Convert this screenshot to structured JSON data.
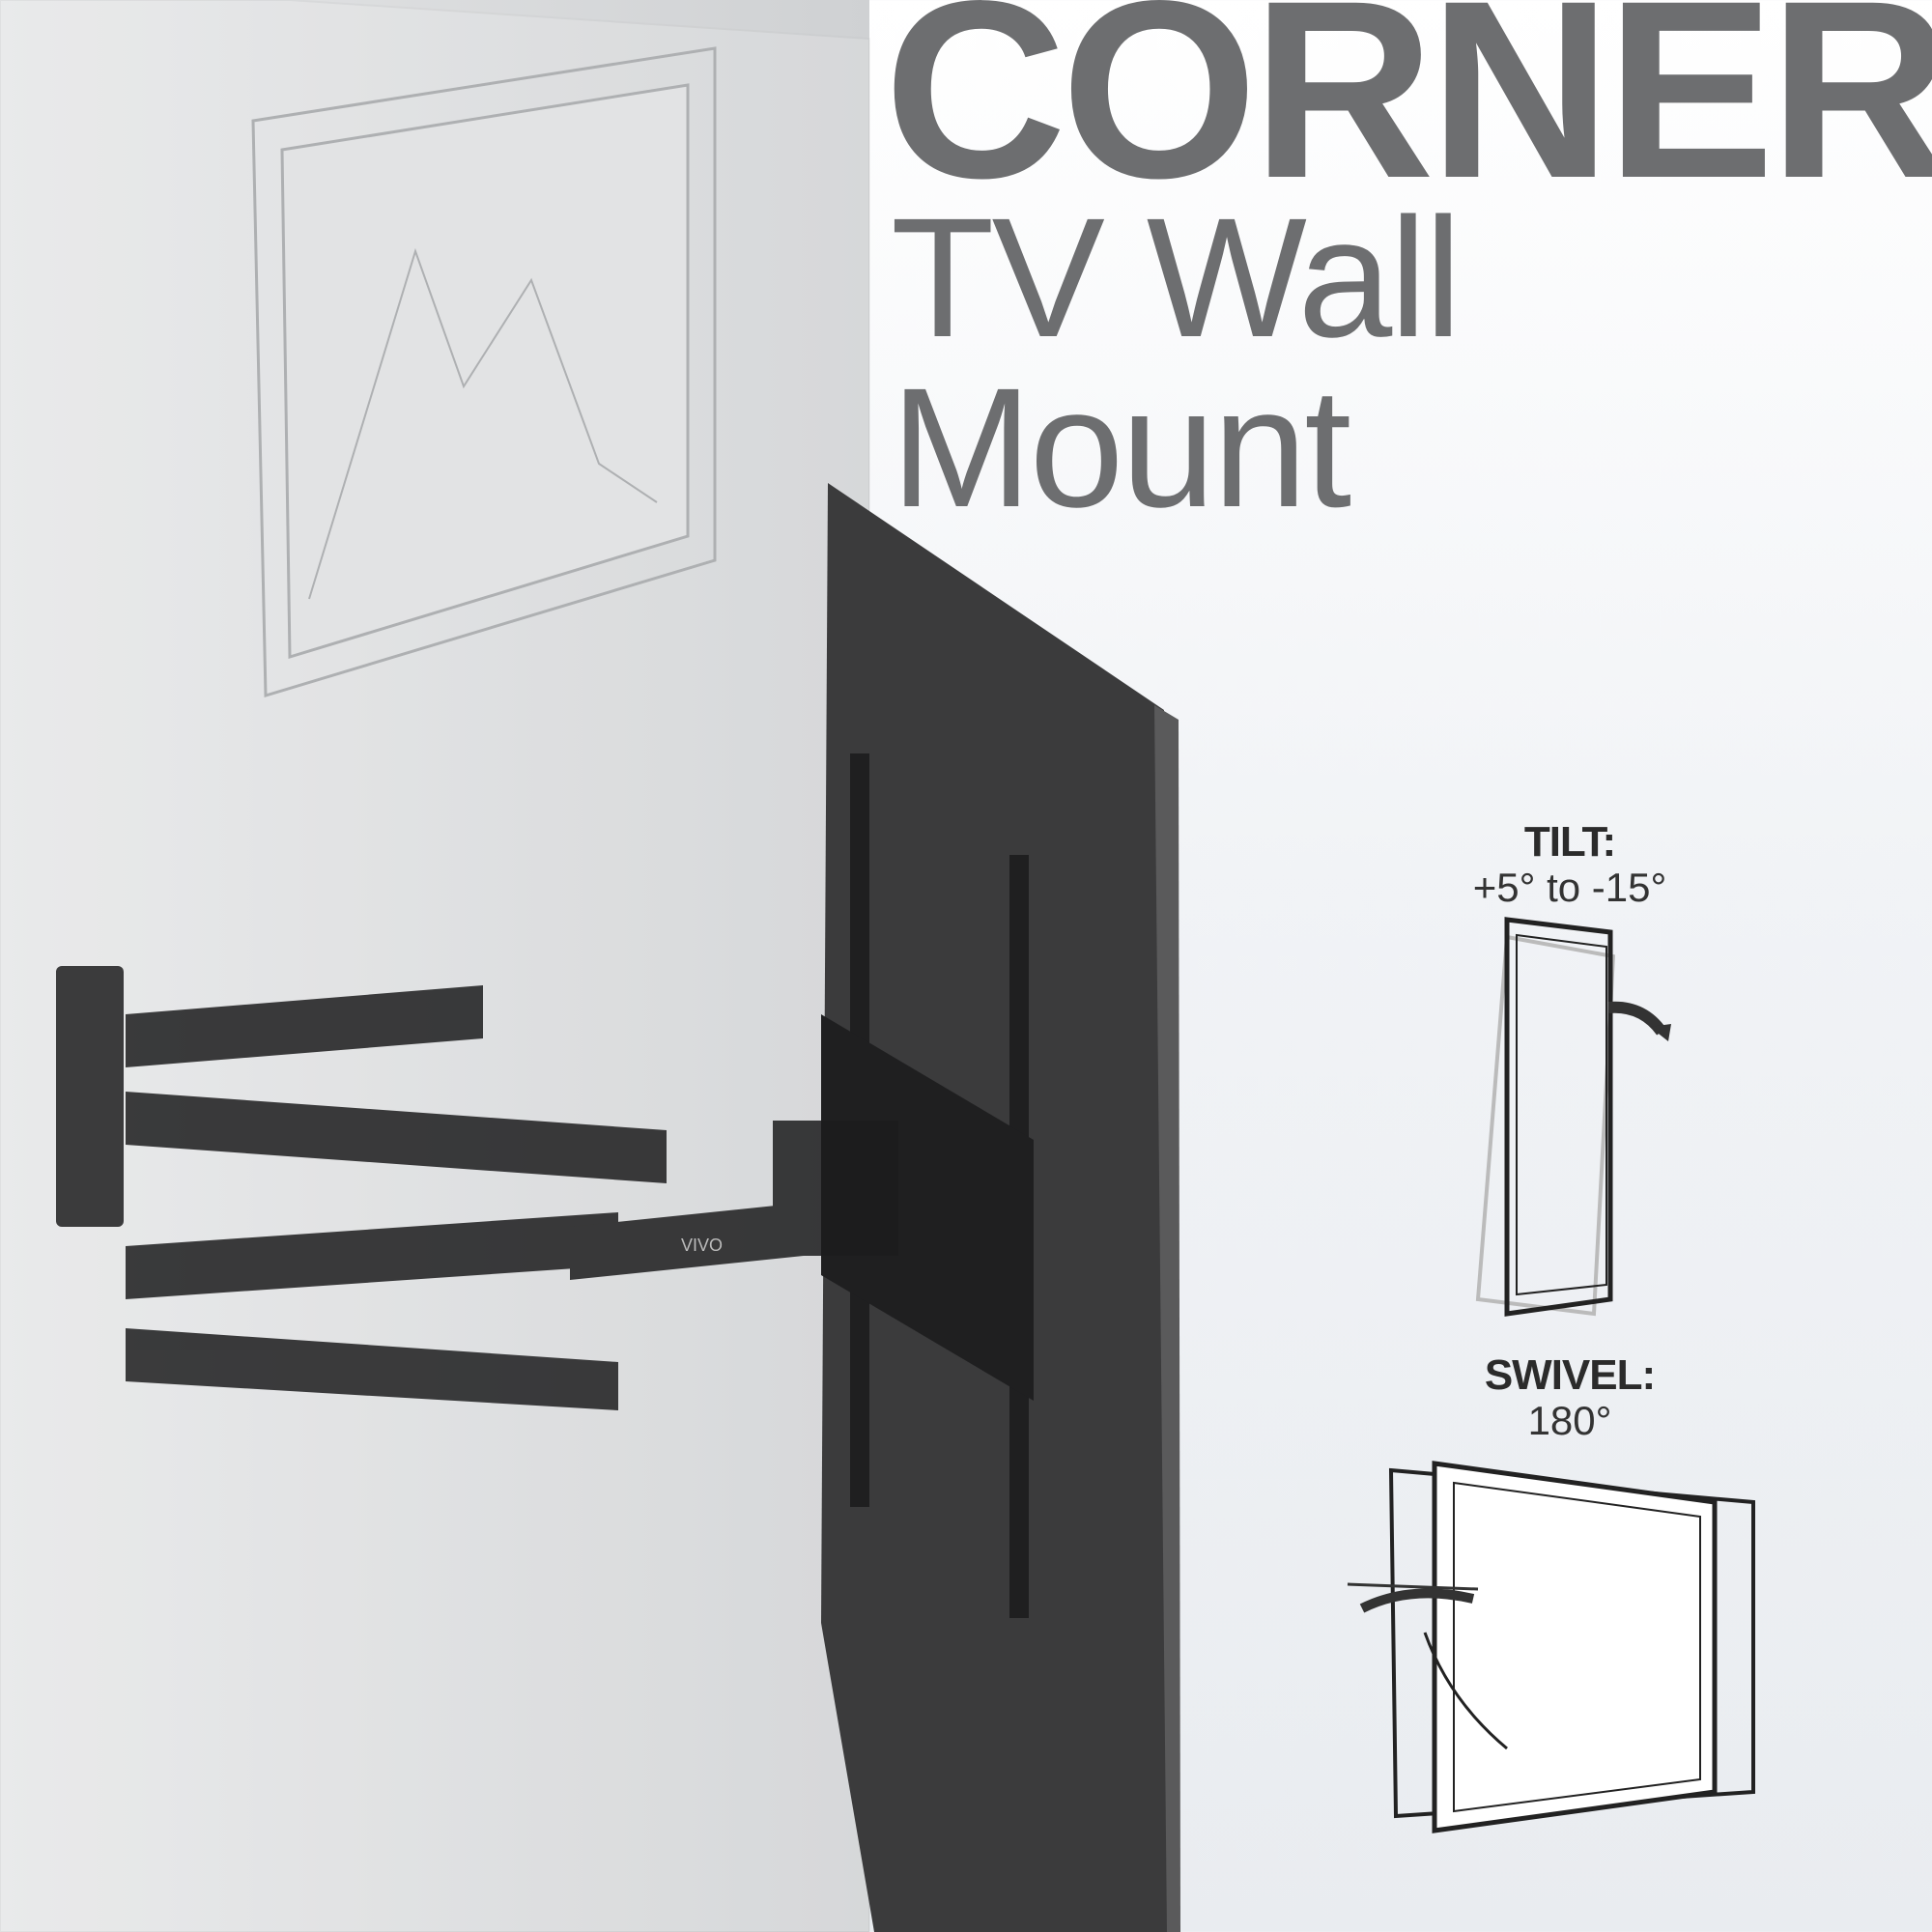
{
  "title": {
    "line1": "CORNER",
    "line2": "TV Wall Mount"
  },
  "features": [
    {
      "label": "TILT:",
      "value": "+5° to -15°",
      "icon": "tilt-icon"
    },
    {
      "label": "SWIVEL:",
      "value": "180°",
      "icon": "swivel-icon"
    }
  ],
  "brand": "VIVO",
  "colors": {
    "title": "#6d6e70",
    "tv": "#3b3b3c",
    "wall": "#d4d6d8"
  }
}
